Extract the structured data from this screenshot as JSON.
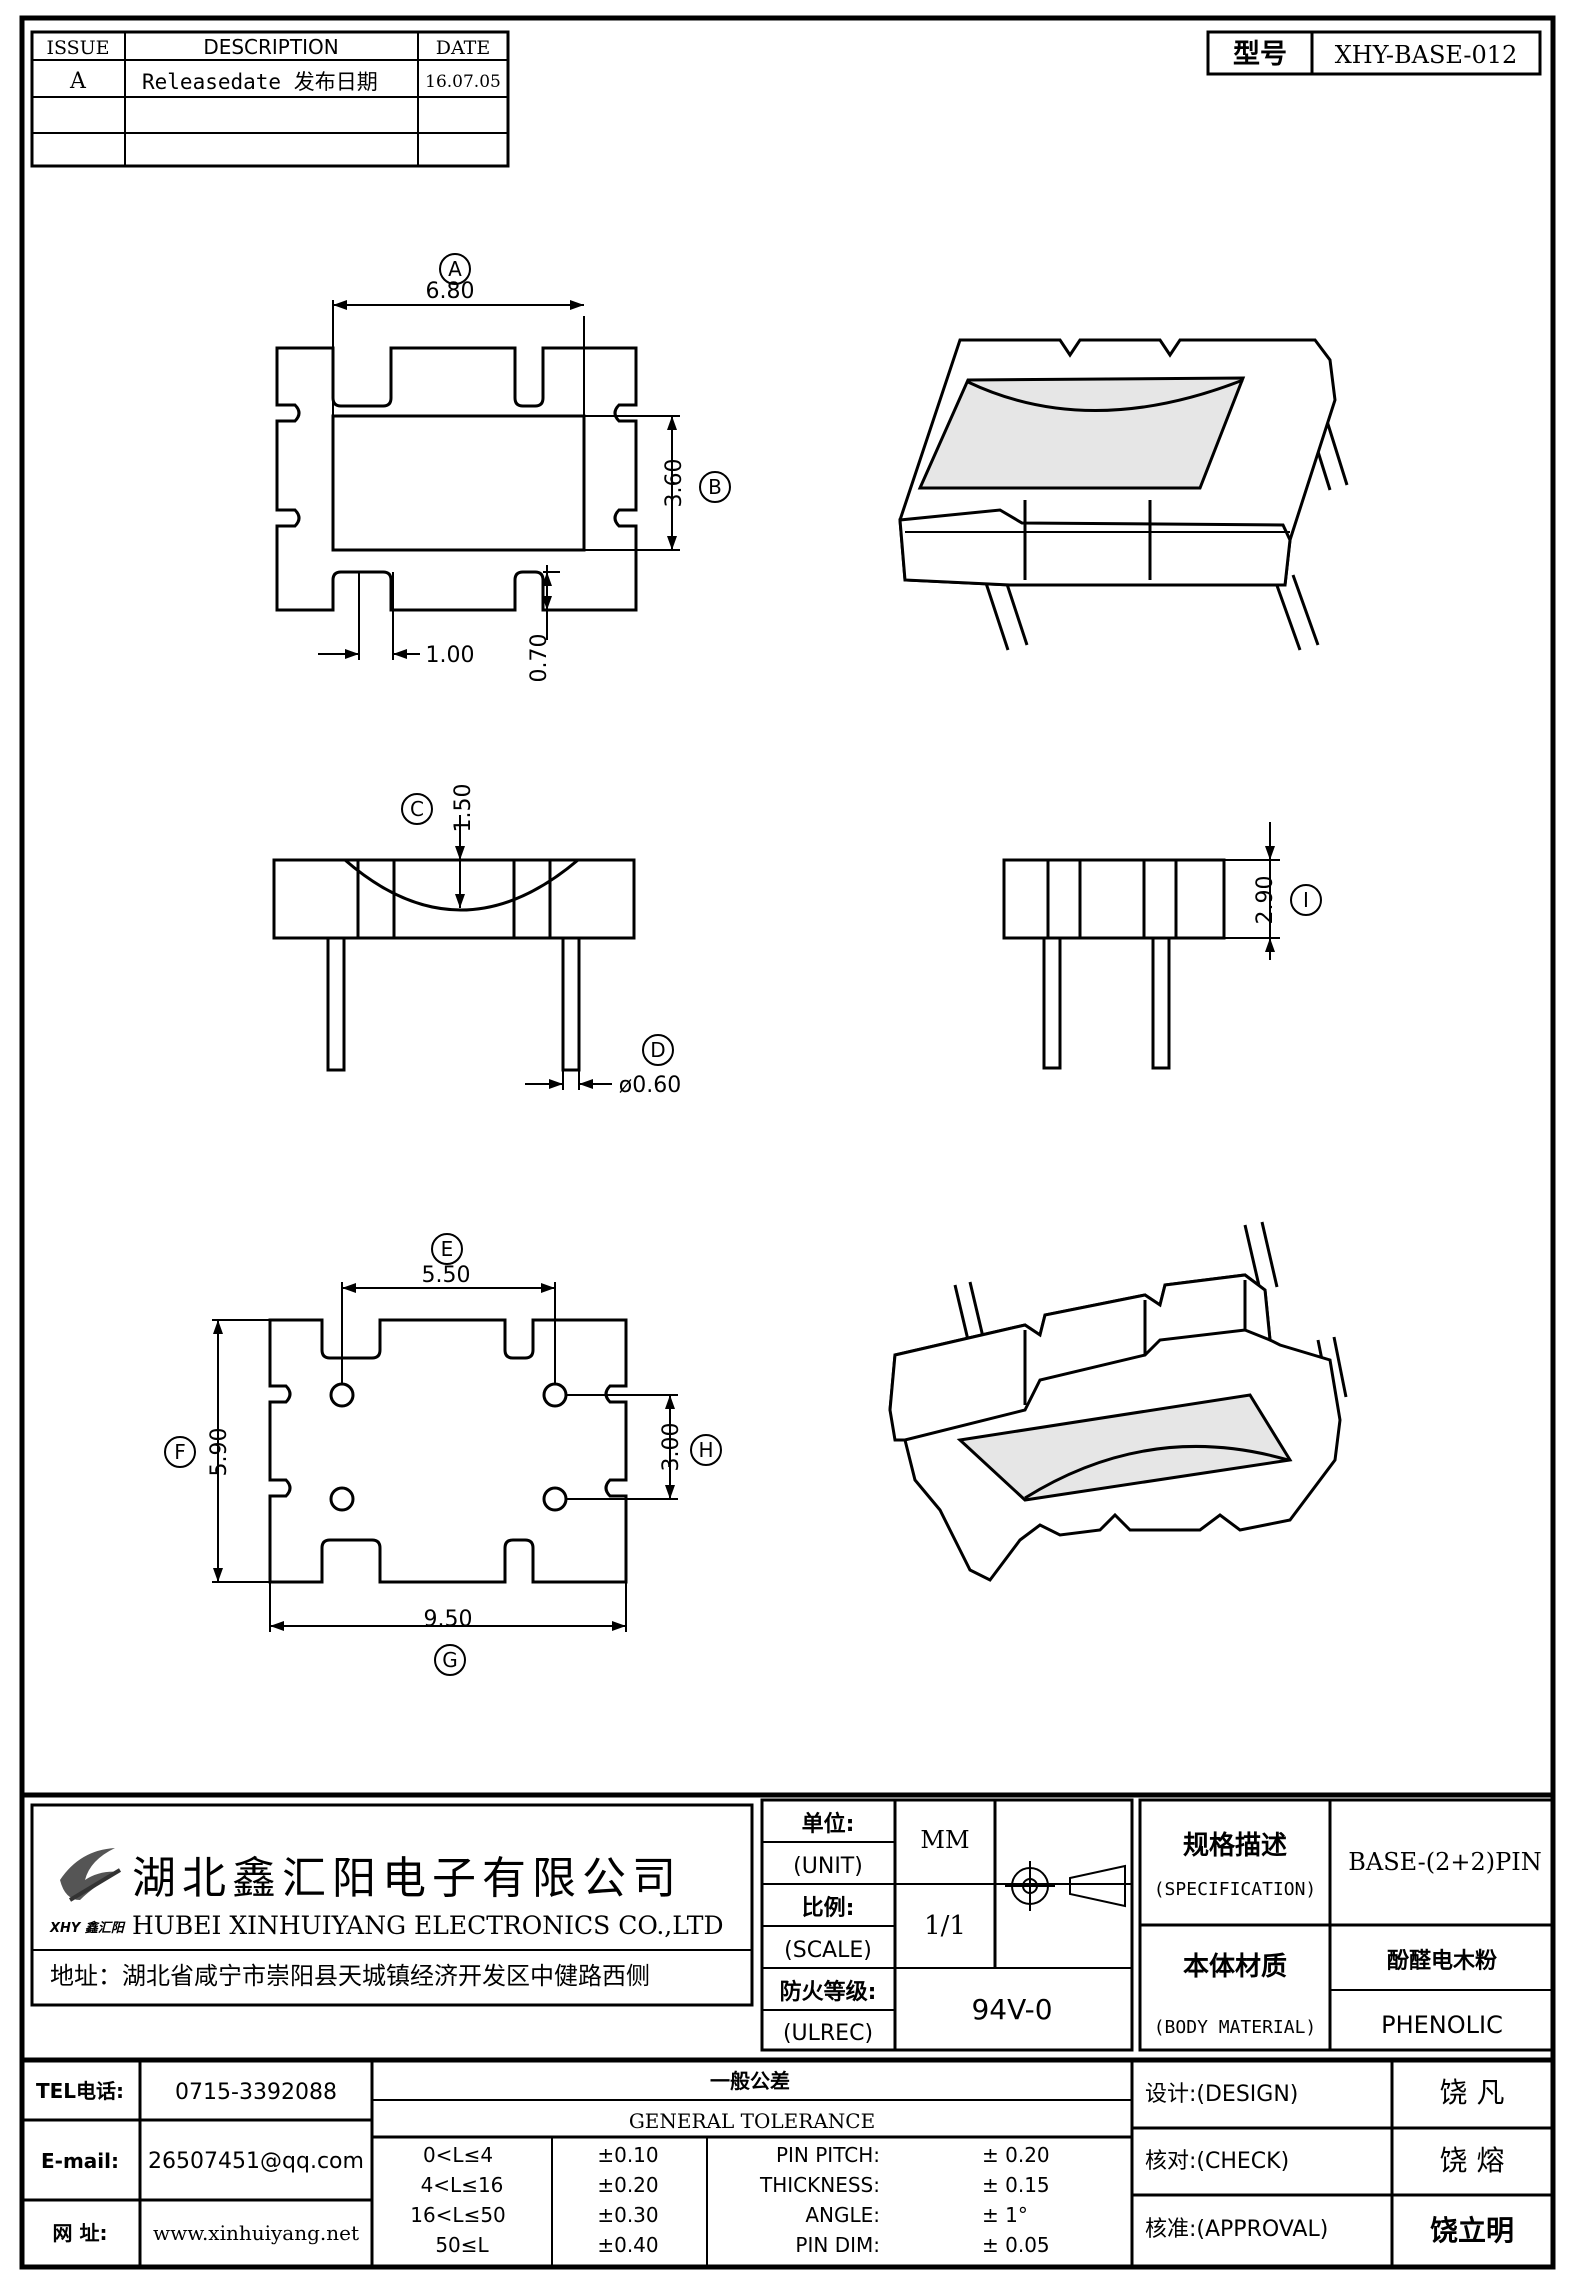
{
  "revision_table": {
    "headers": {
      "issue": "ISSUE",
      "description": "DESCRIPTION",
      "date": "DATE"
    },
    "rows": [
      {
        "issue": "A",
        "description": "Releasedate 发布日期",
        "date": "16.07.05"
      }
    ]
  },
  "model": {
    "label": "型号",
    "value": "XHY-BASE-012"
  },
  "views": {
    "top": {
      "label_A": "A",
      "dim_A": "6.80",
      "label_B": "B",
      "dim_B": "3.60",
      "dim_slot": "1.00",
      "dim_notch": "0.70"
    },
    "front": {
      "label_C": "C",
      "dim_C": "1.50",
      "label_D": "D",
      "dim_D": "ø0.60"
    },
    "side": {
      "label_I": "I",
      "dim_I": "2.90"
    },
    "bottom": {
      "label_E": "E",
      "dim_E": "5.50",
      "label_F": "F",
      "dim_F": "5.90",
      "label_G": "G",
      "dim_G": "9.50",
      "label_H": "H",
      "dim_H": "3.00"
    }
  },
  "company": {
    "name_cn": "湖北鑫汇阳电子有限公司",
    "name_en": "HUBEI XINHUIYANG ELECTRONICS CO.,LTD",
    "logo_text": "XHY 鑫汇阳",
    "address": "地址：湖北省咸宁市崇阳县天城镇经济开发区中健路西侧"
  },
  "spec_block": {
    "unit_label_cn": "单位:",
    "unit_label_en": "(UNIT)",
    "unit_value": "MM",
    "scale_label_cn": "比例:",
    "scale_label_en": "(SCALE)",
    "scale_value": "1/1",
    "fire_label_cn": "防火等级:",
    "fire_label_en": "(ULREC)",
    "fire_value": "94V-0",
    "spec_label_cn": "规格描述",
    "spec_label_en": "(SPECIFICATION)",
    "spec_value": "BASE-(2+2)PIN",
    "material_label_cn": "本体材质",
    "material_label_en": "(BODY MATERIAL)",
    "material_value_cn": "酚醛电木粉",
    "material_value_en": "PHENOLIC"
  },
  "contact": {
    "tel_label": "TEL电话:",
    "tel": "0715-3392088",
    "email_label": "E-mail:",
    "email": "26507451@qq.com",
    "web_label": "网 址:",
    "web": "www.xinhuiyang.net"
  },
  "tolerance": {
    "title_cn": "一般公差",
    "title_en": "GENERAL TOLERANCE",
    "ranges": [
      {
        "range": "0<L≤4",
        "tol": "±0.10"
      },
      {
        "range": "4<L≤16",
        "tol": "±0.20"
      },
      {
        "range": "16<L≤50",
        "tol": "±0.30"
      },
      {
        "range": "50≤L",
        "tol": "±0.40"
      }
    ],
    "items": [
      {
        "label": "PIN PITCH:",
        "value": "± 0.20"
      },
      {
        "label": "THICKNESS:",
        "value": "± 0.15"
      },
      {
        "label": "ANGLE:",
        "value": "± 1°"
      },
      {
        "label": "PIN DIM:",
        "value": "± 0.05"
      }
    ]
  },
  "signoff": [
    {
      "label": "设计:(DESIGN)",
      "name": "饶 凡"
    },
    {
      "label": "核对:(CHECK)",
      "name": "饶 熔"
    },
    {
      "label": "核准:(APPROVAL)",
      "name": "饶立明"
    }
  ]
}
